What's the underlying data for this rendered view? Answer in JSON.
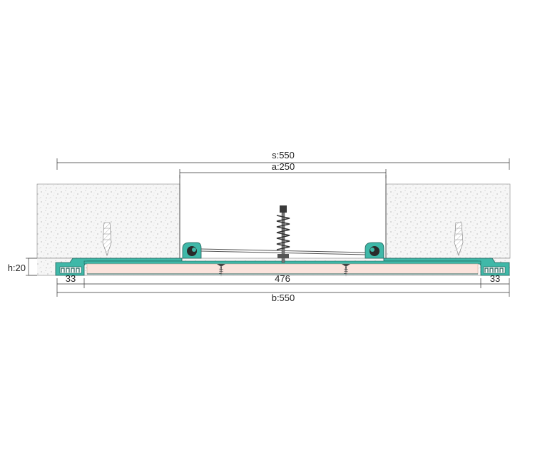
{
  "dimensions": {
    "s": "s:550",
    "a": "a:250",
    "h": "h:20",
    "left_flange": "33",
    "center_span": "476",
    "right_flange": "33",
    "b": "b:550"
  },
  "colors": {
    "concrete_fill": "#f4f4f4",
    "profile_teal": "#3fb8a8",
    "profile_dark": "#1f5f58",
    "insert_pink": "#fbe3dc",
    "line": "#333333"
  }
}
